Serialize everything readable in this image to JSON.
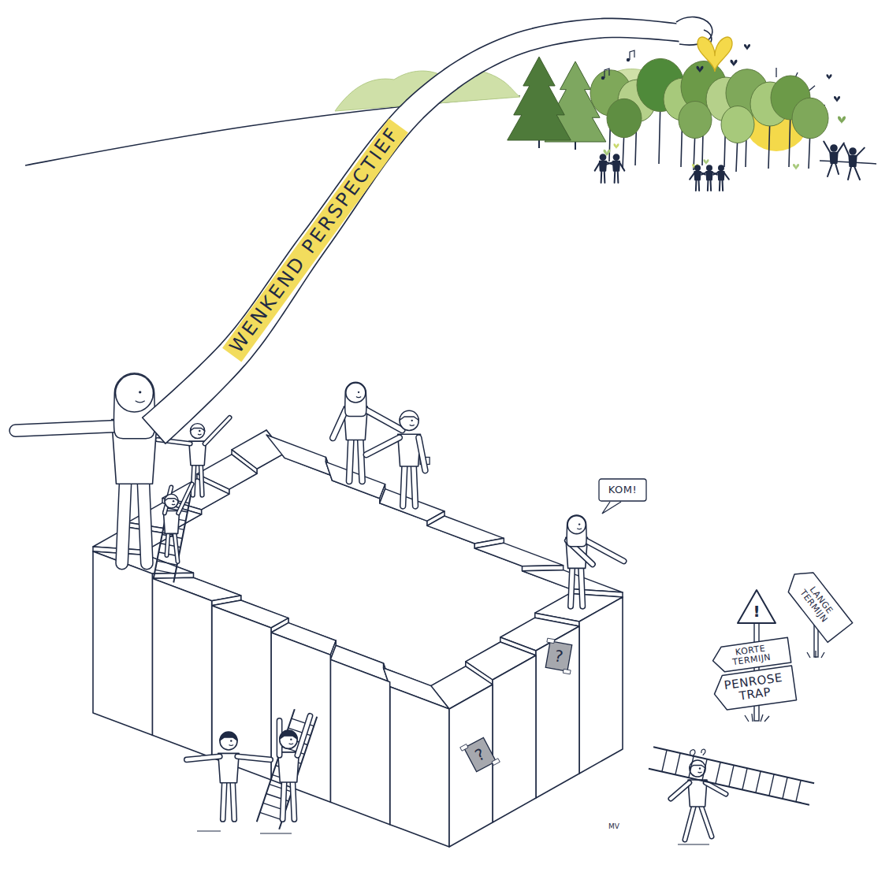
{
  "diagram": {
    "nodes": [
      {
        "text": [
          "WENKEND PERSPECTIEF"
        ]
      },
      {
        "text": [
          "KOM!"
        ]
      },
      {
        "text": [
          "LANGE TERMIJN"
        ]
      },
      {
        "text": [
          "!"
        ]
      },
      {
        "text": [
          "KORTE TERMIJN"
        ]
      },
      {
        "text": [
          "?"
        ]
      },
      {
        "text": [
          "PENROSE TRAP"
        ]
      },
      {
        "text": [
          "?"
        ]
      }
    ],
    "labels": [
      "MV"
    ]
  }
}
